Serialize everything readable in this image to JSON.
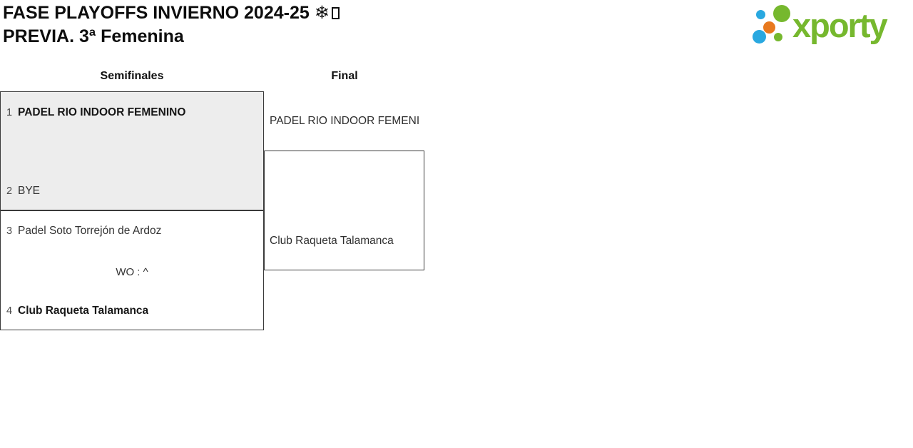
{
  "title": {
    "line1": "FASE PLAYOFFS INVIERNO 2024-25",
    "snowflake": "❄",
    "line2": "PREVIA. 3ª Femenina"
  },
  "logo": {
    "text": "xporty",
    "colors": {
      "green": "#76b82e",
      "blue": "#29a8e0",
      "orange": "#e8791e"
    }
  },
  "bracket": {
    "round_headers": [
      "Semifinales",
      "Final"
    ],
    "semifinals": [
      {
        "teams": [
          {
            "seed": "1",
            "name": "PADEL RIO INDOOR FEMENINO"
          },
          {
            "seed": "2",
            "name": "BYE"
          }
        ],
        "note": ""
      },
      {
        "teams": [
          {
            "seed": "3",
            "name": "Padel Soto Torrejón de Ardoz"
          },
          {
            "seed": "4",
            "name": "Club Raqueta Talamanca"
          }
        ],
        "note": "WO : ^"
      }
    ],
    "final": {
      "finalists": [
        "PADEL RIO INDOOR FEMENI",
        "Club Raqueta Talamanca"
      ]
    },
    "colors": {
      "border": "#3a3a3a",
      "played_box_fill": "#ededed",
      "default_box_fill": "#ffffff"
    }
  }
}
